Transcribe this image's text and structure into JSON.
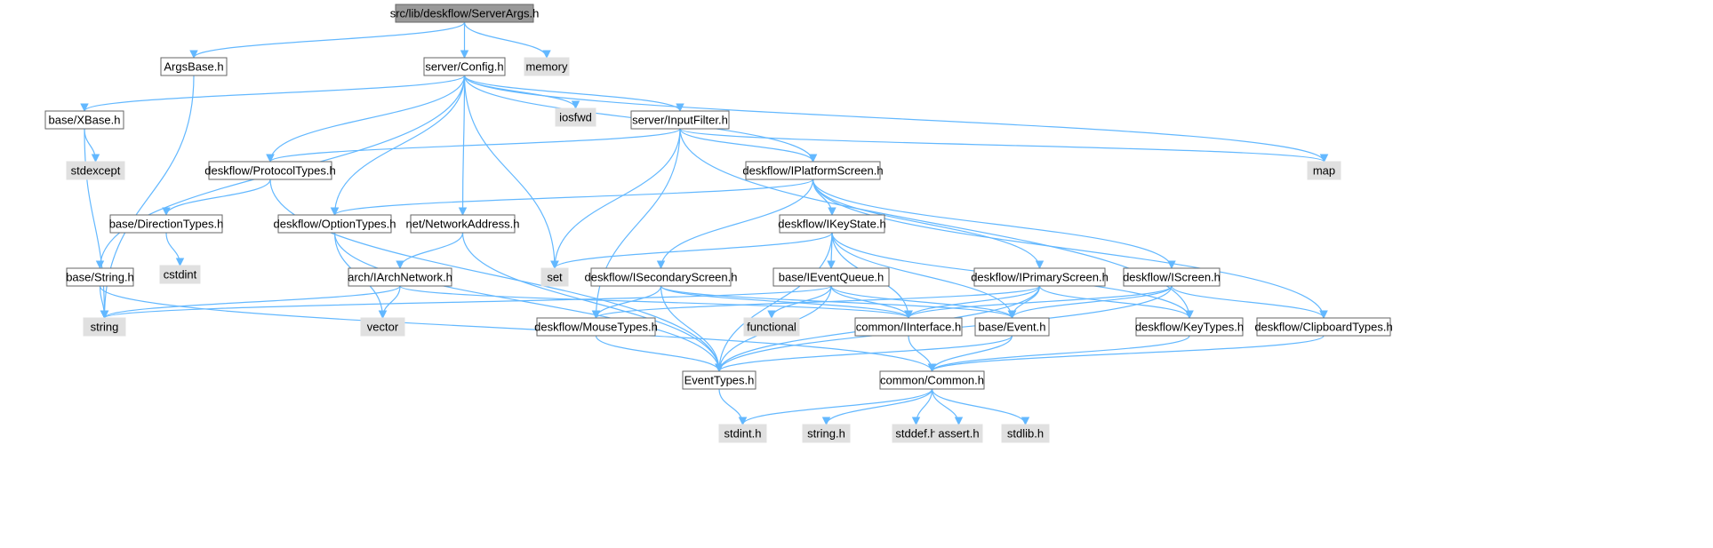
{
  "colors": {
    "edge": "#63b8ff",
    "normal_fill": "#ffffff",
    "normal_stroke": "#666666",
    "focus_fill": "#999999",
    "focus_stroke": "#666666",
    "system_fill": "#e0e0e0",
    "system_stroke": "#e0e0e0"
  },
  "nodes": [
    {
      "id": "serverargs",
      "label": "src/lib/deskflow/ServerArgs.h",
      "kind": "focus"
    },
    {
      "id": "argsbase",
      "label": "ArgsBase.h",
      "kind": "normal"
    },
    {
      "id": "config",
      "label": "server/Config.h",
      "kind": "normal"
    },
    {
      "id": "memory",
      "label": "memory",
      "kind": "system"
    },
    {
      "id": "xbase",
      "label": "base/XBase.h",
      "kind": "normal"
    },
    {
      "id": "iosfwd",
      "label": "iosfwd",
      "kind": "system"
    },
    {
      "id": "inputfilter",
      "label": "server/InputFilter.h",
      "kind": "normal"
    },
    {
      "id": "map",
      "label": "map",
      "kind": "system"
    },
    {
      "id": "stdexcept",
      "label": "stdexcept",
      "kind": "system"
    },
    {
      "id": "protocoltypes",
      "label": "deskflow/ProtocolTypes.h",
      "kind": "normal"
    },
    {
      "id": "iplatformscreen",
      "label": "deskflow/IPlatformScreen.h",
      "kind": "normal"
    },
    {
      "id": "directiontypes",
      "label": "base/DirectionTypes.h",
      "kind": "normal"
    },
    {
      "id": "optiontypes",
      "label": "deskflow/OptionTypes.h",
      "kind": "normal"
    },
    {
      "id": "networkaddress",
      "label": "net/NetworkAddress.h",
      "kind": "normal"
    },
    {
      "id": "ikeystate",
      "label": "deskflow/IKeyState.h",
      "kind": "normal"
    },
    {
      "id": "cstdint",
      "label": "cstdint",
      "kind": "system"
    },
    {
      "id": "string_h",
      "label": "base/String.h",
      "kind": "normal"
    },
    {
      "id": "iarchnetwork",
      "label": "arch/IArchNetwork.h",
      "kind": "normal"
    },
    {
      "id": "set",
      "label": "set",
      "kind": "system"
    },
    {
      "id": "isecondaryscreen",
      "label": "deskflow/ISecondaryScreen.h",
      "kind": "normal"
    },
    {
      "id": "ieventqueue",
      "label": "base/IEventQueue.h",
      "kind": "normal"
    },
    {
      "id": "iprimaryscreen",
      "label": "deskflow/IPrimaryScreen.h",
      "kind": "normal"
    },
    {
      "id": "iscreen",
      "label": "deskflow/IScreen.h",
      "kind": "normal"
    },
    {
      "id": "string",
      "label": "string",
      "kind": "system"
    },
    {
      "id": "vector",
      "label": "vector",
      "kind": "system"
    },
    {
      "id": "functional",
      "label": "functional",
      "kind": "system"
    },
    {
      "id": "mousetypes",
      "label": "deskflow/MouseTypes.h",
      "kind": "normal"
    },
    {
      "id": "iinterface",
      "label": "common/IInterface.h",
      "kind": "normal"
    },
    {
      "id": "event",
      "label": "base/Event.h",
      "kind": "normal"
    },
    {
      "id": "keytypes",
      "label": "deskflow/KeyTypes.h",
      "kind": "normal"
    },
    {
      "id": "clipboardtypes",
      "label": "deskflow/ClipboardTypes.h",
      "kind": "normal"
    },
    {
      "id": "eventtypes",
      "label": "EventTypes.h",
      "kind": "normal"
    },
    {
      "id": "common",
      "label": "common/Common.h",
      "kind": "normal"
    },
    {
      "id": "stdint",
      "label": "stdint.h",
      "kind": "system"
    },
    {
      "id": "stringh",
      "label": "string.h",
      "kind": "system"
    },
    {
      "id": "stddef",
      "label": "stddef.h",
      "kind": "system"
    },
    {
      "id": "assert",
      "label": "assert.h",
      "kind": "system"
    },
    {
      "id": "stdlib",
      "label": "stdlib.h",
      "kind": "system"
    }
  ],
  "edges": [
    [
      "serverargs",
      "argsbase"
    ],
    [
      "serverargs",
      "config"
    ],
    [
      "serverargs",
      "memory"
    ],
    [
      "argsbase",
      "string"
    ],
    [
      "config",
      "xbase"
    ],
    [
      "config",
      "iosfwd"
    ],
    [
      "config",
      "inputfilter"
    ],
    [
      "config",
      "map"
    ],
    [
      "config",
      "protocoltypes"
    ],
    [
      "config",
      "optiontypes"
    ],
    [
      "config",
      "networkaddress"
    ],
    [
      "config",
      "set"
    ],
    [
      "config",
      "string_h"
    ],
    [
      "config",
      "iplatformscreen"
    ],
    [
      "xbase",
      "stdexcept"
    ],
    [
      "xbase",
      "string"
    ],
    [
      "inputfilter",
      "map"
    ],
    [
      "inputfilter",
      "protocoltypes"
    ],
    [
      "inputfilter",
      "iplatformscreen"
    ],
    [
      "inputfilter",
      "set"
    ],
    [
      "inputfilter",
      "mousetypes"
    ],
    [
      "inputfilter",
      "keytypes"
    ],
    [
      "protocoltypes",
      "directiontypes"
    ],
    [
      "protocoltypes",
      "eventtypes"
    ],
    [
      "directiontypes",
      "cstdint"
    ],
    [
      "iplatformscreen",
      "optiontypes"
    ],
    [
      "iplatformscreen",
      "ikeystate"
    ],
    [
      "iplatformscreen",
      "isecondaryscreen"
    ],
    [
      "iplatformscreen",
      "iprimaryscreen"
    ],
    [
      "iplatformscreen",
      "iscreen"
    ],
    [
      "iplatformscreen",
      "clipboardtypes"
    ],
    [
      "optiontypes",
      "vector"
    ],
    [
      "optiontypes",
      "eventtypes"
    ],
    [
      "networkaddress",
      "iarchnetwork"
    ],
    [
      "networkaddress",
      "eventtypes"
    ],
    [
      "string_h",
      "string"
    ],
    [
      "string_h",
      "common"
    ],
    [
      "iarchnetwork",
      "string"
    ],
    [
      "iarchnetwork",
      "vector"
    ],
    [
      "iarchnetwork",
      "iinterface"
    ],
    [
      "ikeystate",
      "set"
    ],
    [
      "ikeystate",
      "ieventqueue"
    ],
    [
      "ikeystate",
      "iinterface"
    ],
    [
      "ikeystate",
      "event"
    ],
    [
      "ikeystate",
      "keytypes"
    ],
    [
      "ikeystate",
      "eventtypes"
    ],
    [
      "isecondaryscreen",
      "mousetypes"
    ],
    [
      "isecondaryscreen",
      "eventtypes"
    ],
    [
      "isecondaryscreen",
      "iinterface"
    ],
    [
      "isecondaryscreen",
      "event"
    ],
    [
      "ieventqueue",
      "string"
    ],
    [
      "ieventqueue",
      "functional"
    ],
    [
      "ieventqueue",
      "iinterface"
    ],
    [
      "ieventqueue",
      "event"
    ],
    [
      "ieventqueue",
      "eventtypes"
    ],
    [
      "iprimaryscreen",
      "mousetypes"
    ],
    [
      "iprimaryscreen",
      "iinterface"
    ],
    [
      "iprimaryscreen",
      "event"
    ],
    [
      "iprimaryscreen",
      "keytypes"
    ],
    [
      "iprimaryscreen",
      "eventtypes"
    ],
    [
      "iscreen",
      "iinterface"
    ],
    [
      "iscreen",
      "event"
    ],
    [
      "iscreen",
      "clipboardtypes"
    ],
    [
      "iscreen",
      "eventtypes"
    ],
    [
      "mousetypes",
      "eventtypes"
    ],
    [
      "iinterface",
      "common"
    ],
    [
      "event",
      "eventtypes"
    ],
    [
      "event",
      "common"
    ],
    [
      "keytypes",
      "common"
    ],
    [
      "clipboardtypes",
      "common"
    ],
    [
      "eventtypes",
      "stdint"
    ],
    [
      "common",
      "stdint"
    ],
    [
      "common",
      "stringh"
    ],
    [
      "common",
      "stddef"
    ],
    [
      "common",
      "assert"
    ],
    [
      "common",
      "stdlib"
    ]
  ]
}
